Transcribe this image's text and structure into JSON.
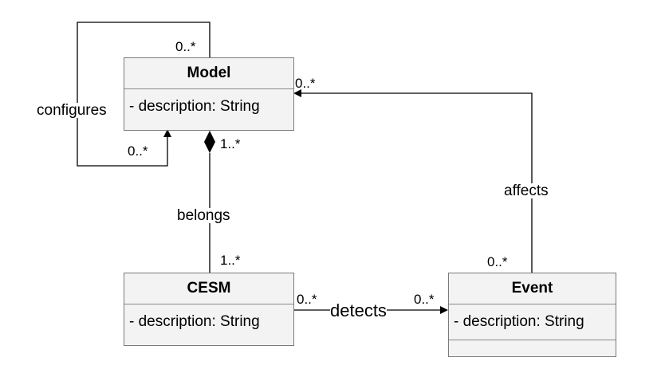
{
  "classes": {
    "model": {
      "name": "Model",
      "attribute": "- description: String"
    },
    "cesm": {
      "name": "CESM",
      "attribute": "- description: String"
    },
    "event": {
      "name": "Event",
      "attribute": "- description: String"
    }
  },
  "associations": {
    "configures": {
      "label": "configures",
      "source_mult": "0..*",
      "target_mult": "0..*"
    },
    "belongs": {
      "label": "belongs",
      "model_mult": "1..*",
      "cesm_mult": "1..*"
    },
    "detects": {
      "label": "detects",
      "source_mult": "0..*",
      "target_mult": "0..*"
    },
    "affects": {
      "label": "affects",
      "event_mult": "0..*",
      "model_mult": "0..*"
    }
  },
  "colors": {
    "class_fill": "#f3f3f3",
    "class_border": "#7a7a7a",
    "line": "#000000"
  }
}
